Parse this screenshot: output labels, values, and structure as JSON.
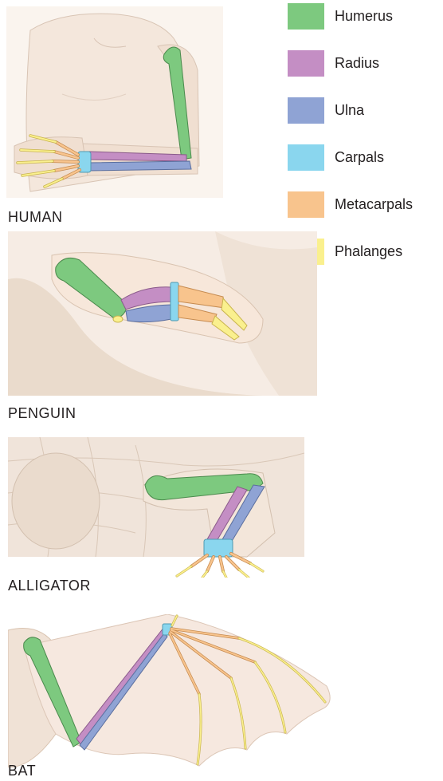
{
  "legend": {
    "items": [
      {
        "label": "Humerus",
        "color": "#7dc97f"
      },
      {
        "label": "Radius",
        "color": "#c48ec4"
      },
      {
        "label": "Ulna",
        "color": "#8fa3d4"
      },
      {
        "label": "Carpals",
        "color": "#8ad6ee"
      },
      {
        "label": "Metacarpals",
        "color": "#f8c48d"
      },
      {
        "label": "Phalanges",
        "color": "#faf08e"
      }
    ]
  },
  "panels": {
    "human": {
      "label": "HUMAN"
    },
    "penguin": {
      "label": "PENGUIN"
    },
    "alligator": {
      "label": "ALLIGATOR"
    },
    "bat": {
      "label": "BAT"
    }
  },
  "colors": {
    "skin": "#f5ebe3",
    "skin_shadow": "#e6d6c8",
    "bone_outline": "#8a8a6a"
  }
}
